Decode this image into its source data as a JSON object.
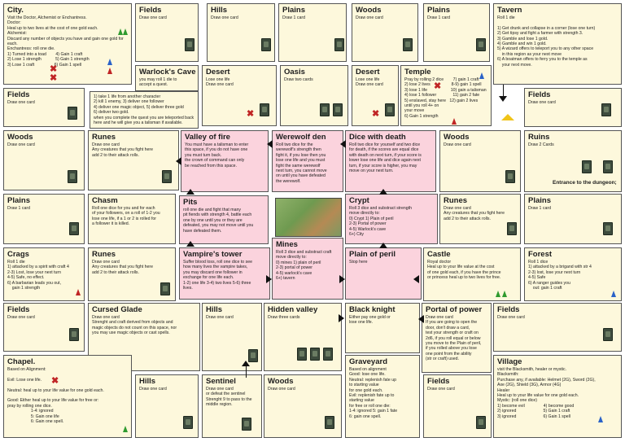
{
  "squares": [
    {
      "id": "city",
      "name": "City.",
      "text": "Visit the Doctor, Alchemist or Enchantress.\nDoctor:\nHeal up to two lives at the cost of one gold each.\nAlchemist:\nDiscard any number of objects you have and gain one gold for each.\nEnchantress: roll one die.\n1) Turned into a toad        4) Gain 1 craft\n2) Lose 1 strength            5) Gain 1 strength\n3) Lose 1 craft                 6) Gain 1 spell"
    },
    {
      "id": "fields-top",
      "name": "Fields",
      "text": "Draw one card"
    },
    {
      "id": "hills-top",
      "name": "Hills",
      "text": "Draw one card"
    },
    {
      "id": "plains-top",
      "name": "Plains",
      "text": "Draw 1 card"
    },
    {
      "id": "woods-top",
      "name": "Woods",
      "text": "Draw one card"
    },
    {
      "id": "plains-top2",
      "name": "Plains",
      "text": "Draw 1 card"
    },
    {
      "id": "tavern",
      "name": "Tavern",
      "text": "Roll 1 die\n\n1) Get drunk and collapse in a corner (lose one turn)\n2) Get tipsy and fight a farmer with strength 3.\n3) Gamble and lose 1 gold.\n4) Gamble and win 1 gold.\n5) A wizard offers to teleport you to any other space\n    in this region as your next move\n6) A boatman offers to ferry you to the temple as\n    your next move."
    },
    {
      "id": "warlocks-cave",
      "name": "Warlock's Cave",
      "text": "you may roll 1 die to\naccept a quest."
    },
    {
      "id": "warlock-quests",
      "name": "",
      "text": "1) take 1 life from another character\n2) kill 1 enemy, 3) deliver one follower\n4) deliver one magic object, 5) deliver three gold\n6) deliver two gold.\nwhen you complete the quest you are teleported back\nhere and he will give you a talisman if available."
    },
    {
      "id": "desert-1",
      "name": "Desert",
      "text": "Lose one life\nDraw one card"
    },
    {
      "id": "oasis",
      "name": "Oasis",
      "text": "Draw two cards"
    },
    {
      "id": "desert-2",
      "name": "Desert",
      "text": "Lose one life\nDraw one card"
    },
    {
      "id": "temple",
      "name": "Temple",
      "text": "Pray by rolling 2 dice        7) gain 1 craft\n2) lose 2 lives                  8-9) gain 1 spell\n3) lose 1 life                    10) gain a talisman\n4) lose 1 follower              11) gain 2 fate\n5) enslaved, stay here   12) gain 2 lives\nuntil you roll 4+ on\nyour move\n6) Gain 1 strength"
    },
    {
      "id": "fields-left",
      "name": "Fields",
      "text": "Draw one card"
    },
    {
      "id": "fields-right",
      "name": "Fields",
      "text": "Draw one card"
    },
    {
      "id": "woods-left",
      "name": "Woods",
      "text": "Draw one card"
    },
    {
      "id": "runes-1",
      "name": "Runes",
      "text": "Draw one card\nAny creatures that you fight here\nadd 2 to their attack rolls."
    },
    {
      "id": "valley-of-fire",
      "name": "Valley of fire",
      "text": "You must have a talisman to enter\nthis space, if you do not have one\nyou must turn back.\nthe crown of command can only\nbe reached from this space."
    },
    {
      "id": "werewolf-den",
      "name": "Werewolf den",
      "text": "Roll two dice for the\nwerewolf's strength then\nfight it, if you lose then you\nlose one life and you must\nfight the same werewolf\nnext turn, you cannot move\non until you have defeated\nthe werewolf."
    },
    {
      "id": "dice-with-death",
      "name": "Dice with death",
      "text": "Roll two dice for yourself and two dice\nfor death, if the scores are equal dice\nwith death on next turn, if your score is\nlower lose one life and dice again next\nturn, if your score is higher, you may\nmove on your next turn."
    },
    {
      "id": "woods-inner",
      "name": "Woods",
      "text": "Draw one card"
    },
    {
      "id": "ruins",
      "name": "Ruins",
      "text": "Draw 2 Cards",
      "note": "Entrance to the dungeon;"
    },
    {
      "id": "plains-left",
      "name": "Plains",
      "text": "Draw 1 card"
    },
    {
      "id": "chasm",
      "name": "Chasm",
      "text": "Roll one dice for you and for each\nof your followers, on a roll of 1-2 you\nlose one life, if a 1 or 2 is rolled for\na follower it is killed."
    },
    {
      "id": "pits",
      "name": "Pits",
      "text": "roll one die and fight that many\npit fiends with strength 4, battle each\none by one until you or they are\ndefeated, you may not move until you\nhave defeated them."
    },
    {
      "id": "crypt",
      "name": "Crypt",
      "text": "Roll 3 dice and substract strength\nmove directly to:\n0) Crypt 1) Plain of peril\n2-3) Portal of power\n4-5) Warlock's cave\n6+) City"
    },
    {
      "id": "runes-2",
      "name": "Runes",
      "text": "Draw one card\nAny creatures that you fight here\nadd 2 to their attack rolls."
    },
    {
      "id": "plains-right",
      "name": "Plains",
      "text": "Draw 1 card"
    },
    {
      "id": "crags",
      "name": "Crags",
      "text": "Roll 1 die\n1) attacked by a spirit with craft 4\n2-3) Lost, lose your next turn\n4-5) Safe, no effect.\n6) A barbarian leads you out,\n    gain 1 strength"
    },
    {
      "id": "runes-3",
      "name": "Runes",
      "text": "Draw one card\nAny creatures that you fight here\nadd 2 to their attack rolls."
    },
    {
      "id": "vampires-tower",
      "name": "Vampire's tower",
      "text": "Suffer blood loss, roll one dice to see\nhow many lives the vampire takes,\nyou may discard one follower in\nexchange for one life each.\n1-2) one life 3-4) two lives 5-6) three\nlives."
    },
    {
      "id": "mines",
      "name": "Mines",
      "text": "Roll 3 dice and substract craft\nmove directly to:\n0) mines 1) plain of peril\n2-3) portal of power\n4-5) warlock's cave\n6+) tavern"
    },
    {
      "id": "plain-of-peril",
      "name": "Plain of peril",
      "text": "Stop here"
    },
    {
      "id": "castle",
      "name": "Castle",
      "text": "Royal doctor\nHeal up to your life value at the cost\nof one gold each, if you have the prince\nor princess heal up to two lives for free."
    },
    {
      "id": "forest",
      "name": "Forest",
      "text": "Roll 1 dice\n1) attacked by a brigand with str 4\n2-3) lost, lose your next turn\n4-5) Safe\n6) A ranger guides you\n    out: gain 1 craft"
    },
    {
      "id": "fields-left2",
      "name": "Fields",
      "text": "Draw one card"
    },
    {
      "id": "cursed-glade",
      "name": "Cursed Glade",
      "text": "Draw one card\nStrenght and craft derived from objects and\nmagic objects do not count on this space, nor\nyou may use magic objects or cast spells."
    },
    {
      "id": "hills-mid",
      "name": "Hills",
      "text": "Draw one card"
    },
    {
      "id": "hidden-valley",
      "name": "Hidden valley",
      "text": "Draw three cards"
    },
    {
      "id": "black-knight",
      "name": "Black knight",
      "text": "Either pay one gold or\nlose one life."
    },
    {
      "id": "portal-of-power",
      "name": "Portal of power",
      "text": "Draw one card\nIf you are going to open the\ndoor, don't draw a card,\ntest your strength or craft on\n2d6, if you roll equal or below\nyou move to the Plain of peril,\nif you rolled above you lose\none point from the ability\n(str or craft) used."
    },
    {
      "id": "fields-right2",
      "name": "Fields",
      "text": "Draw one card"
    },
    {
      "id": "chapel",
      "name": "Chapel.",
      "text": "Based on Alignment:\n\nEvil: Lose one life.\n\nNeutral: heal up to your life value for one gold each.\n\nGood: Either heal up to your life value for free or:\npray by rolling one dice.\n                    1-4: ignored\n                    5: Gain one life\n                    6: Gain one spell."
    },
    {
      "id": "hills-bottom",
      "name": "Hills",
      "text": "Draw one card"
    },
    {
      "id": "sentinel",
      "name": "Sentinel",
      "text": "Draw one card\nor defeat the sentinel\nStrenght 9 to pass to the\nmiddle region."
    },
    {
      "id": "woods-bottom",
      "name": "Woods",
      "text": "Draw one card"
    },
    {
      "id": "graveyard",
      "name": "Graveyard",
      "text": "Based on alignment\nGood: lose one life.\nNeutral: replenish fate up\nto starting value\nfor one gold each.\nEvil: replenish fate up to\nstarting value\nfor free or roll one die:\n1-4: ignored 5: gain 1 fate\n6: gain one spell."
    },
    {
      "id": "fields-bottom",
      "name": "Fields",
      "text": "Draw one card"
    },
    {
      "id": "village",
      "name": "Village",
      "text": "visit the Blacksmith, healer or mystic.\nBlacksmith:\nPurchase any, if available: Helmet (2G), Sword (2G),\nAxe (2G), Shield (3G), Armor (4G)\nHealer\nHeal up to your life value for one gold each.\nMystic: (roll one dice)\n1) become evil                4) become good\n2) ignored                       5) Gain 1 craft\n3) ignored                       6) Gain 1 spell"
    }
  ]
}
